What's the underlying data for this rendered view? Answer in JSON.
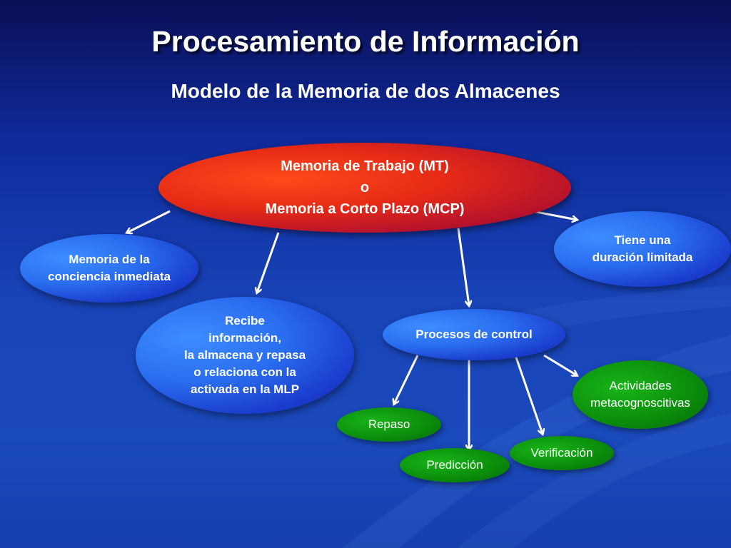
{
  "title": "Procesamiento de Información",
  "subtitle": "Modelo de la Memoria de dos Almacenes",
  "colors": {
    "background": "#1844b8",
    "main_node": "#e62a16",
    "blue_node": "#2a6ef0",
    "green_node": "#0c8f0c",
    "arrow": "#ffffff",
    "text": "#ffffff"
  },
  "nodes": {
    "main": "Memoria de Trabajo (MT)\no\nMemoria a Corto Plazo (MCP)",
    "inmediata": "Memoria de la\nconciencia inmediata",
    "recibe": "Recibe\ninformación,\nla almacena y repasa\no relaciona con la\nactivada en la MLP",
    "procesos": "Procesos de control",
    "duracion": "Tiene una\nduración limitada",
    "repaso": "Repaso",
    "prediccion": "Predicción",
    "verificacion": "Verificación",
    "actividades": "Actividades\nmetacognoscitivas"
  }
}
